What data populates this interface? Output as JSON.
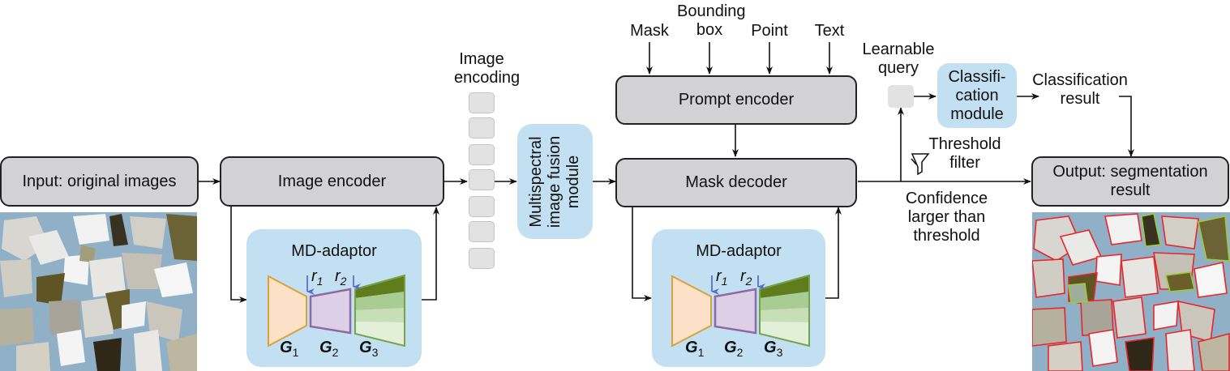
{
  "input": {
    "label": "Input: original images"
  },
  "image_encoder": {
    "label": "Image encoder"
  },
  "md_adaptor_left": {
    "title": "MD-adaptor",
    "r1": "r",
    "r1_sub": "1",
    "r2": "r",
    "r2_sub": "2",
    "g1": "G",
    "g1_sub": "1",
    "g2": "G",
    "g2_sub": "2",
    "g3": "G",
    "g3_sub": "3"
  },
  "image_encoding": {
    "line1": "Image",
    "line2": "encoding",
    "token_count": 7
  },
  "fusion_module": {
    "line1": "Multispectral",
    "line2": "image fusion",
    "line3": "module"
  },
  "prompts": {
    "mask": "Mask",
    "bbox_line1": "Bounding",
    "bbox_line2": "box",
    "point": "Point",
    "text": "Text"
  },
  "prompt_encoder": {
    "label": "Prompt encoder"
  },
  "mask_decoder": {
    "label": "Mask decoder"
  },
  "md_adaptor_right": {
    "title": "MD-adaptor",
    "r1": "r",
    "r1_sub": "1",
    "r2": "r",
    "r2_sub": "2",
    "g1": "G",
    "g1_sub": "1",
    "g2": "G",
    "g2_sub": "2",
    "g3": "G",
    "g3_sub": "3"
  },
  "learnable_query": {
    "line1": "Learnable",
    "line2": "query"
  },
  "classification_module": {
    "line1": "Classifi-",
    "line2": "cation",
    "line3": "module"
  },
  "classification_result": {
    "line1": "Classification",
    "line2": "result"
  },
  "threshold_filter": {
    "line1": "Threshold",
    "line2": "filter"
  },
  "confidence": {
    "line1": "Confidence",
    "line2": "larger than",
    "line3": "threshold"
  },
  "output": {
    "line1": "Output: segmentation",
    "line2": "result"
  },
  "colors": {
    "gray_box": "#d2d2d4",
    "blue_box": "#c3e0f2",
    "g1_fill": "#fde0c8",
    "g1_stroke": "#d9a23a",
    "g2_fill": "#ddcfe6",
    "g2_stroke": "#8d6aa3",
    "g3_dark": "#5f7d1c",
    "g3_light": "#a9cc92",
    "arrow_blue": "#5b6fc9",
    "segment_red": "#e8262a"
  }
}
